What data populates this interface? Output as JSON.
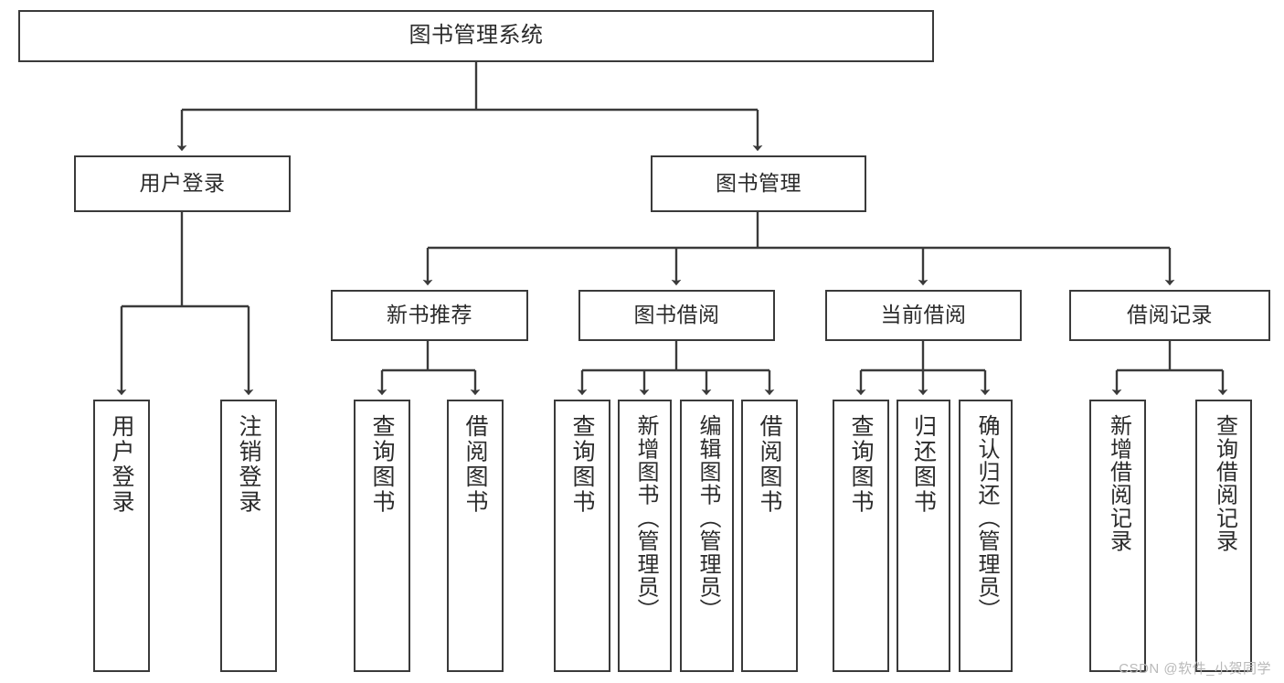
{
  "diagram": {
    "title": "图书管理系统",
    "type": "hierarchy-tree",
    "watermark": "CSDN @软件_小贺同学",
    "colors": {
      "box_border": "#3a3a3a",
      "box_fill": "#ffffff",
      "connector": "#3a3a3a",
      "text": "#2b2b2b",
      "watermark": "#b9b9b9"
    },
    "levels": {
      "root": {
        "label": "图书管理系统"
      },
      "level2": [
        {
          "label": "用户登录"
        },
        {
          "label": "图书管理"
        }
      ],
      "level3": [
        {
          "label": "新书推荐"
        },
        {
          "label": "图书借阅"
        },
        {
          "label": "当前借阅"
        },
        {
          "label": "借阅记录"
        }
      ],
      "leaves": [
        {
          "label": "用户登录",
          "parent": "用户登录"
        },
        {
          "label": "注销登录",
          "parent": "用户登录"
        },
        {
          "label": "查询图书",
          "parent": "新书推荐"
        },
        {
          "label": "借阅图书",
          "parent": "新书推荐"
        },
        {
          "label": "查询图书",
          "parent": "图书借阅"
        },
        {
          "label": "新增图书（管理员）",
          "parent": "图书借阅"
        },
        {
          "label": "编辑图书（管理员）",
          "parent": "图书借阅"
        },
        {
          "label": "借阅图书",
          "parent": "图书借阅"
        },
        {
          "label": "查询图书",
          "parent": "当前借阅"
        },
        {
          "label": "归还图书",
          "parent": "当前借阅"
        },
        {
          "label": "确认归还（管理员）",
          "parent": "当前借阅"
        },
        {
          "label": "新增借阅记录",
          "parent": "借阅记录"
        },
        {
          "label": "查询借阅记录",
          "parent": "借阅记录"
        }
      ]
    }
  }
}
